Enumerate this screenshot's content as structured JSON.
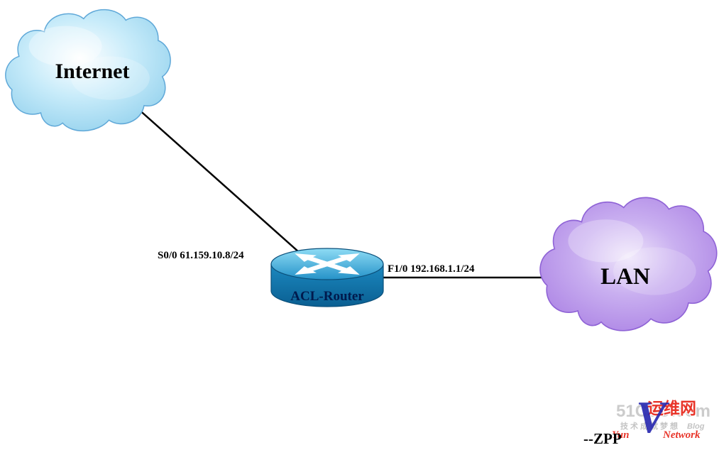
{
  "diagram": {
    "nodes": {
      "internet": {
        "label": "Internet",
        "type": "cloud"
      },
      "router": {
        "label": "ACL-Router",
        "type": "router"
      },
      "lan": {
        "label": "LAN",
        "type": "cloud"
      }
    },
    "links": {
      "wan": {
        "label": "S0/0 61.159.10.8/24",
        "from": "internet",
        "to": "router"
      },
      "lan": {
        "label": "F1/0 192.168.1.1/24",
        "from": "router",
        "to": "lan"
      }
    },
    "signature": "--ZPP"
  },
  "watermark": {
    "site": "51CTO.com",
    "site_cn": "运维网",
    "slogan": "技术成就梦想",
    "blog": "Blog",
    "logo_letter": "V",
    "left_word": "Yun",
    "right_word": "Network"
  },
  "colors": {
    "internet_cloud": "#a8ddf5",
    "lan_cloud": "#b08ce8",
    "router_blue": "#1b86bd",
    "link_line": "#000000",
    "watermark_red": "#e8352a",
    "watermark_blue": "#2a2ab0",
    "watermark_gray": "#c8c8c8"
  }
}
